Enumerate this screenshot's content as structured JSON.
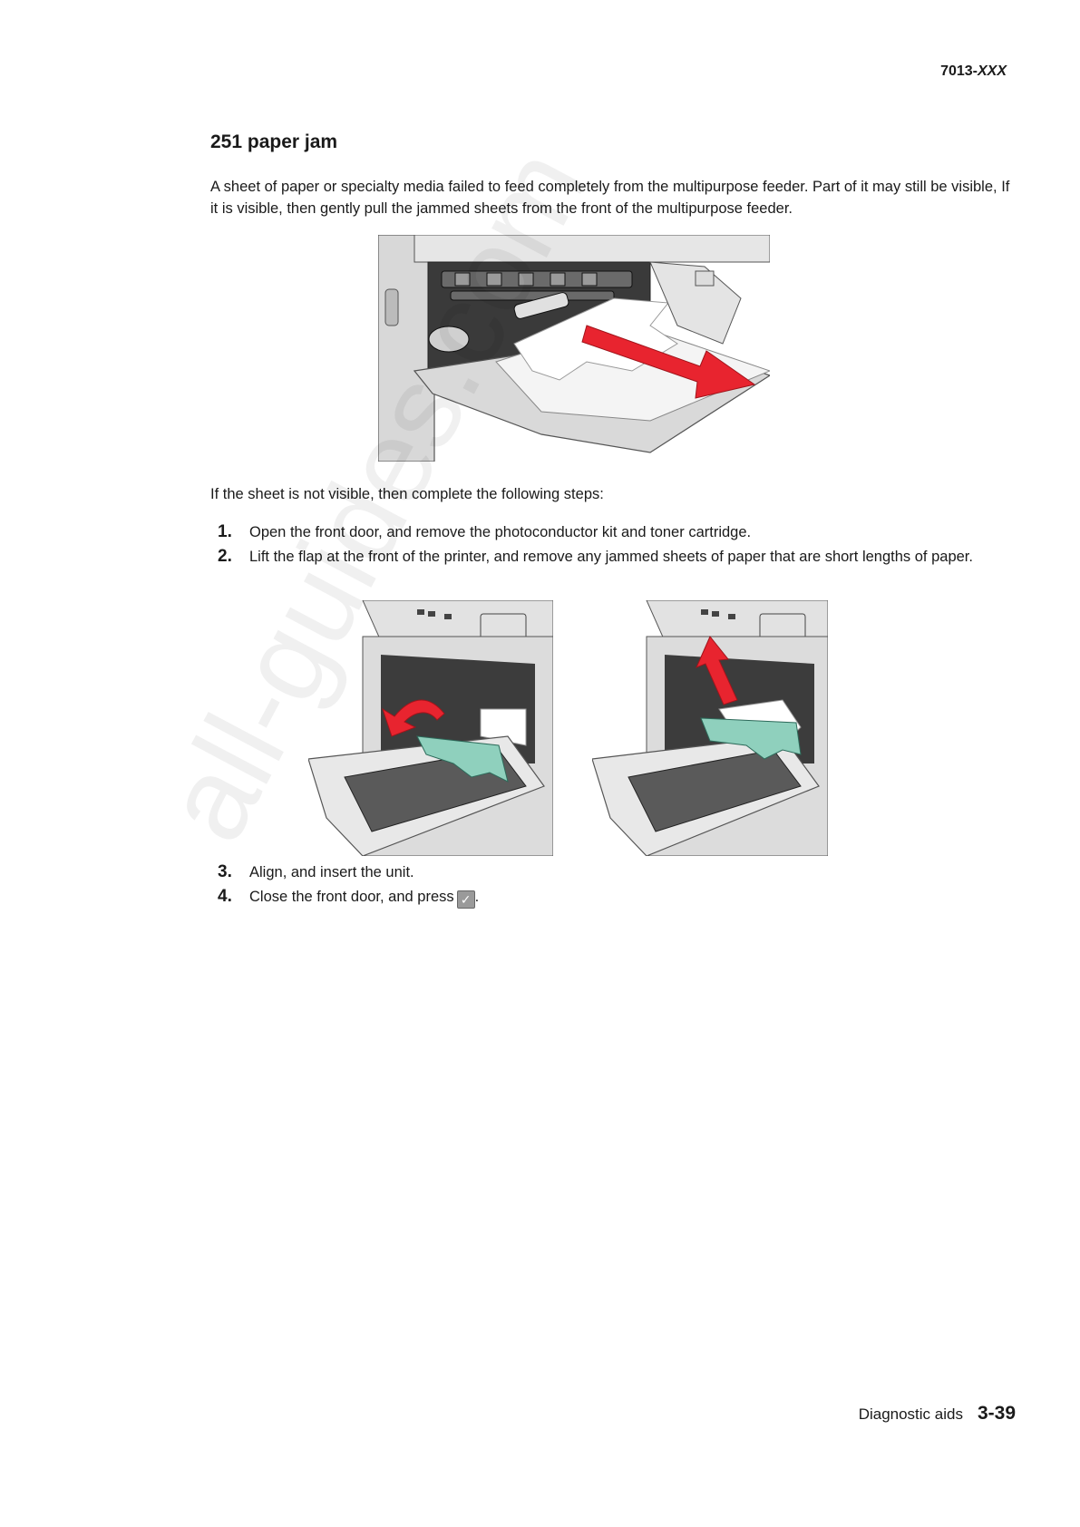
{
  "header": {
    "code_prefix": "7013-",
    "code_suffix": "XXX"
  },
  "section": {
    "title": "251 paper jam",
    "intro": "A sheet of paper or specialty media failed to feed completely from the multipurpose feeder. Part of it may still be visible, If it is visible, then gently pull the jammed sheets from the front of the multipurpose feeder.",
    "not_visible": "If the sheet is not visible, then complete the following steps:"
  },
  "steps": [
    {
      "num": "1.",
      "text": "Open the front door, and remove the photoconductor kit and toner cartridge."
    },
    {
      "num": "2.",
      "text": "Lift the flap at the front of the printer, and remove any jammed sheets of paper that are short lengths of paper."
    },
    {
      "num": "3.",
      "text": "Align, and insert the unit."
    },
    {
      "num": "4.",
      "text": "Close the front door, and press",
      "trailing": "."
    }
  ],
  "icons": {
    "check_button": "check-icon",
    "check_glyph": "✓"
  },
  "watermark": "all-guides.com",
  "footer": {
    "section": "Diagnostic aids",
    "page": "3-39"
  },
  "colors": {
    "arrow_red": "#e8242f",
    "flap_teal": "#8fd0bd",
    "printer_gray": "#cfcfcf"
  }
}
